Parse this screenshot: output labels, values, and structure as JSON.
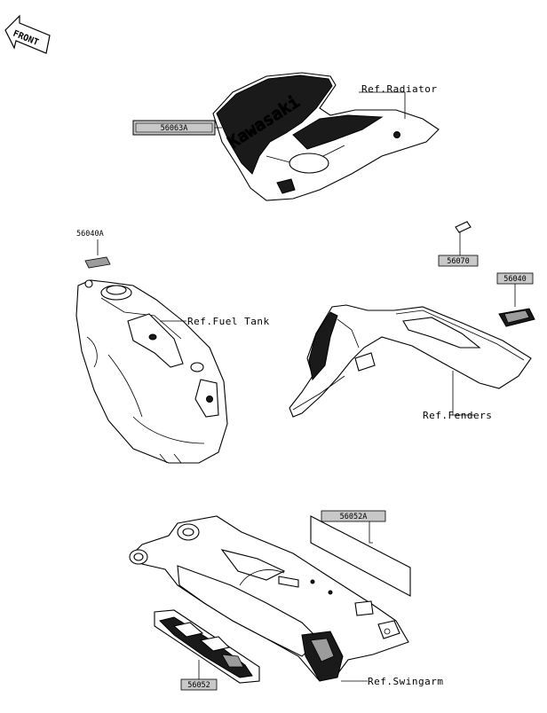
{
  "front_arrow": {
    "label": "FRONT"
  },
  "radiator_shroud": {
    "ref_label": "Ref.Radiator",
    "part_number": "56063A",
    "decal_text": "Kawasaki"
  },
  "fuel_tank": {
    "ref_label": "Ref.Fuel Tank",
    "part_number": "56040A"
  },
  "fenders": {
    "ref_label": "Ref.Fenders",
    "part_number_top": "56070",
    "part_number_side": "56040"
  },
  "swingarm": {
    "ref_label": "Ref.Swingarm",
    "part_number_right": "56052A",
    "part_number_left": "56052"
  },
  "colors": {
    "line": "#000000",
    "label_box": "#c8c8c8",
    "decal_dark": "#1a1a1a"
  }
}
